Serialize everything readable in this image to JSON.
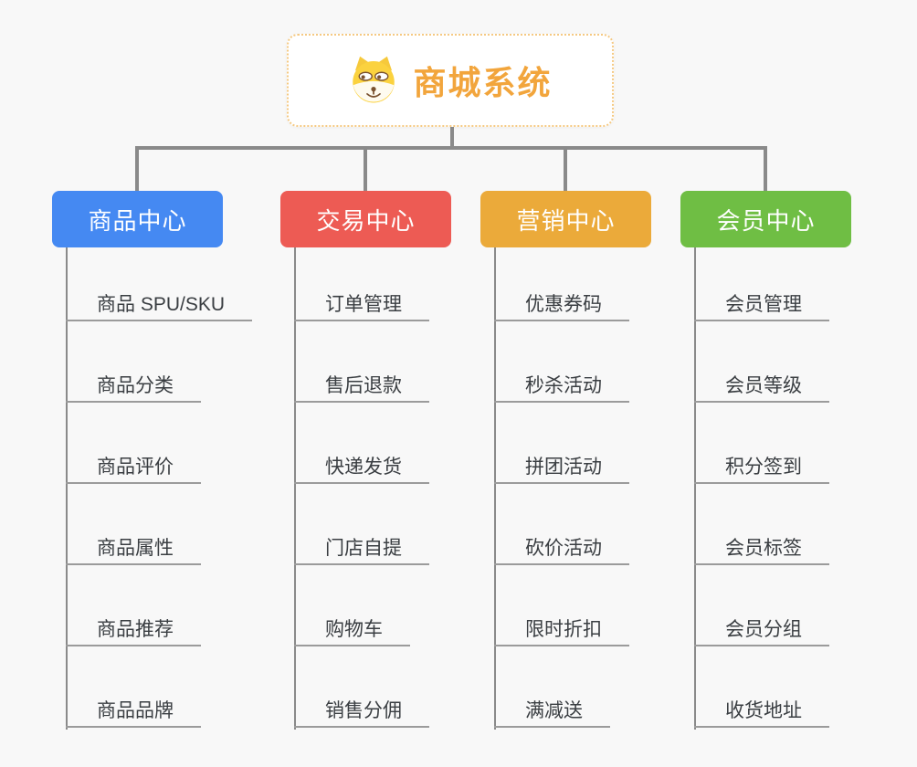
{
  "root": {
    "title": "商城系统",
    "icon": "dog-face-icon",
    "title_color": "#F2A53C",
    "border_color": "#F5C982"
  },
  "connector_color": "#8A8A8A",
  "background_color": "#F8F8F8",
  "branches": [
    {
      "label": "商品中心",
      "color": "#4589F2",
      "items": [
        "商品 SPU/SKU",
        "商品分类",
        "商品评价",
        "商品属性",
        "商品推荐",
        "商品品牌"
      ]
    },
    {
      "label": "交易中心",
      "color": "#ED5B54",
      "items": [
        "订单管理",
        "售后退款",
        "快递发货",
        "门店自提",
        "购物车",
        "销售分佣"
      ]
    },
    {
      "label": "营销中心",
      "color": "#EBAA3A",
      "items": [
        "优惠券码",
        "秒杀活动",
        "拼团活动",
        "砍价活动",
        "限时折扣",
        "满减送"
      ]
    },
    {
      "label": "会员中心",
      "color": "#6FBE44",
      "items": [
        "会员管理",
        "会员等级",
        "积分签到",
        "会员标签",
        "会员分组",
        "收货地址"
      ]
    }
  ]
}
